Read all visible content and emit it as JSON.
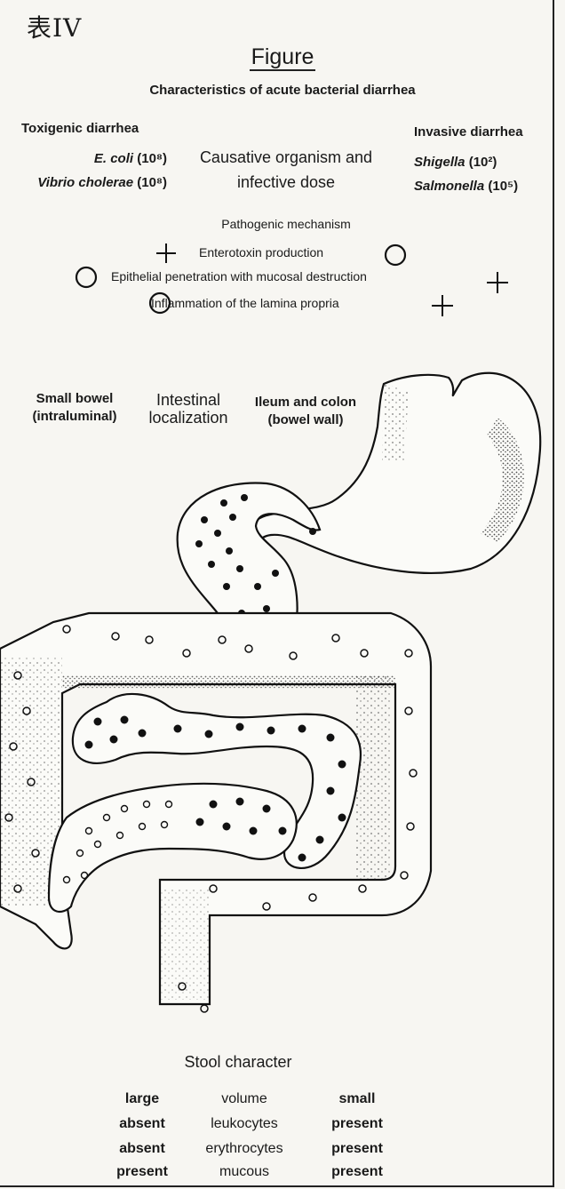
{
  "header": {
    "tag": "表IV",
    "title": "Figure",
    "subtitle": "Characteristics of acute bacterial diarrhea"
  },
  "toxigenic": {
    "heading": "Toxigenic diarrhea",
    "organism1": "E. coli",
    "dose1": "(10⁸)",
    "organism2": "Vibrio cholerae",
    "dose2": "(10⁸)"
  },
  "invasive": {
    "heading": "Invasive diarrhea",
    "organism1": "Shigella",
    "dose1": "(10²)",
    "organism2": "Salmonella",
    "dose2": "(10⁵)"
  },
  "center": {
    "organism_line1": "Causative organism and",
    "organism_line2": "infective dose"
  },
  "mechanism": {
    "heading": "Pathogenic mechanism",
    "row1": "Enterotoxin production",
    "row2": "Epithelial penetration with mucosal destruction",
    "row3": "Inflammation of the lamina propria"
  },
  "localization": {
    "left_line1": "Small bowel",
    "left_line2": "(intraluminal)",
    "center_line1": "Intestinal",
    "center_line2": "localization",
    "right_line1": "Ileum and colon",
    "right_line2": "(bowel wall)"
  },
  "stool": {
    "heading": "Stool character",
    "rows": [
      {
        "left": "large",
        "center": "volume",
        "right": "small"
      },
      {
        "left": "absent",
        "center": "leukocytes",
        "right": "present"
      },
      {
        "left": "absent",
        "center": "erythrocytes",
        "right": "present"
      },
      {
        "left": "present",
        "center": "mucous",
        "right": "present"
      }
    ]
  }
}
